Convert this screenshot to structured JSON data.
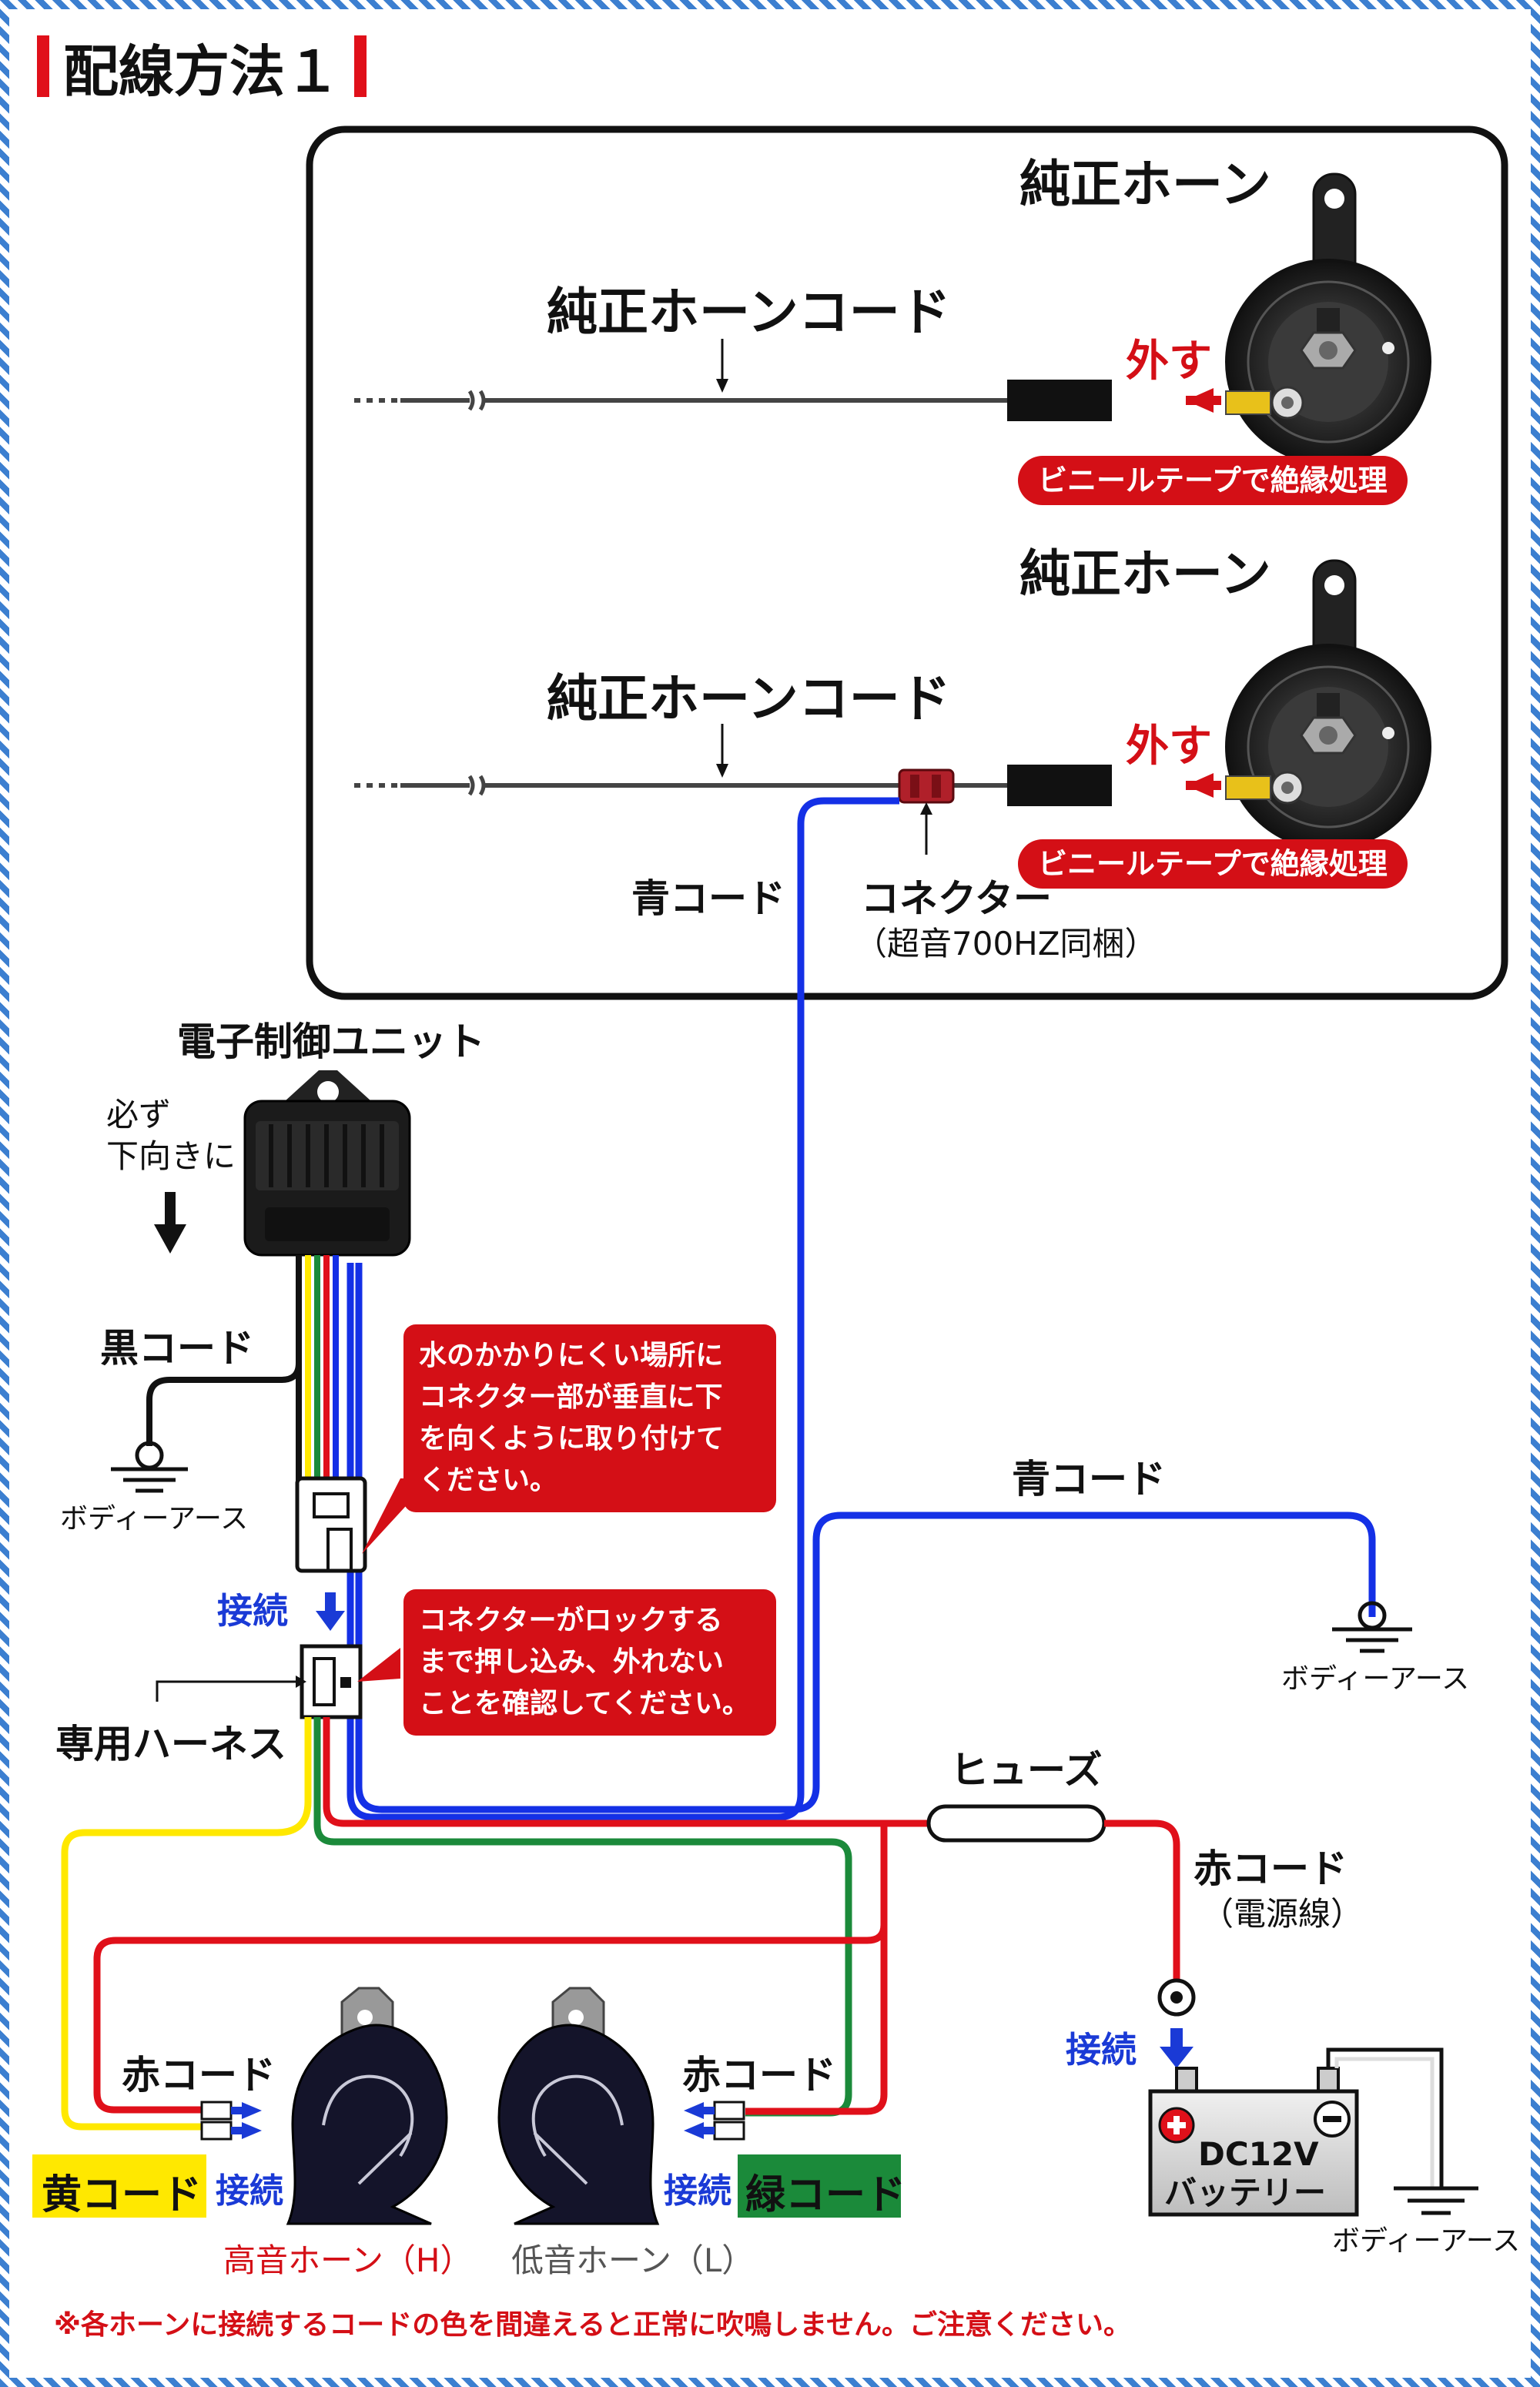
{
  "title": "配線方法１",
  "top_panel": {
    "horn_label_1": "純正ホーン",
    "horn_label_2": "純正ホーン",
    "cord_label_1": "純正ホーンコード",
    "cord_label_2": "純正ホーンコード",
    "remove_1": "外す",
    "remove_2": "外す",
    "insulate_1": "ビニールテープで絶縁処理",
    "insulate_2": "ビニールテープで絶縁処理",
    "blue_cord": "青コード",
    "connector": "コネクター",
    "connector_note": "（超音700HZ同梱）"
  },
  "unit": {
    "label": "電子制御ユニット",
    "orientation_line1": "必ず",
    "orientation_line2": "下向きに"
  },
  "left": {
    "black_cord": "黒コード",
    "body_earth": "ボディーアース",
    "connect": "接続",
    "harness": "専用ハーネス"
  },
  "callouts": {
    "mount": [
      "水のかかりにくい場所に",
      "コネクター部が垂直に下",
      "を向くように取り付けて",
      "ください。"
    ],
    "lock": [
      "コネクターがロックする",
      "まで押し込み、外れない",
      "ことを確認してください。"
    ]
  },
  "right": {
    "blue_cord": "青コード",
    "body_earth": "ボディーアース",
    "fuse": "ヒューズ",
    "red_cord": "赤コード",
    "power_line": "（電源線）",
    "connect": "接続",
    "battery_line1": "DC12V",
    "battery_line2": "バッテリー",
    "battery_earth": "ボディーアース"
  },
  "horns": {
    "red_cord_left": "赤コード",
    "red_cord_right": "赤コード",
    "yellow_cord": "黄コード",
    "green_cord": "緑コード",
    "connect_left": "接続",
    "connect_right": "接続",
    "high_horn": "高音ホーン（H）",
    "low_horn": "低音ホーン（L）"
  },
  "footnote": "※各ホーンに接続するコードの色を間違えると正常に吹鳴しません。ご注意ください。",
  "colors": {
    "red": "#e0101a",
    "blue": "#1430e6",
    "yellow": "#ffe800",
    "green": "#1b8a3a",
    "callout": "#d40f16",
    "connect_text": "#1a3ad6"
  }
}
